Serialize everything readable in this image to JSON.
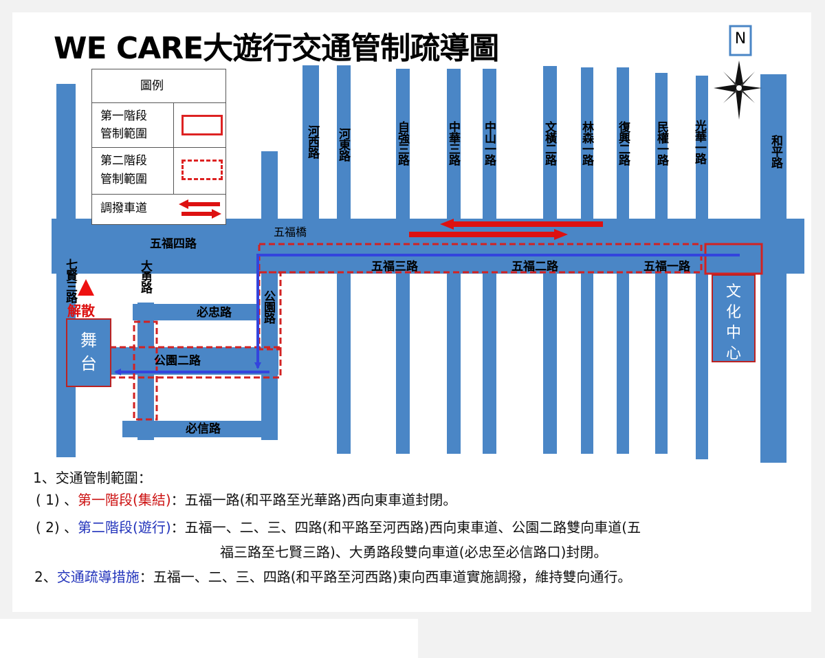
{
  "title": "WE CARE大遊行交通管制疏導圖",
  "north_label": "N",
  "legend": {
    "heading": "圖例",
    "stage1_line1": "第一階段",
    "stage1_line2": "管制範圍",
    "stage2_line1": "第二階段",
    "stage2_line2": "管制範圍",
    "reversible": "調撥車道"
  },
  "roads": {
    "hexi": "河西路",
    "hedong": "河東路",
    "ziqiang3": "自強三路",
    "zhonghua3": "中華三路",
    "zhongshan1": "中山一路",
    "wenheng2": "文橫二路",
    "linsen1": "林森一路",
    "fuxing2": "復興二路",
    "minquan1": "民權一路",
    "guanghua1": "光華一路",
    "heping": "和平路",
    "qixian3": "七賢三路",
    "dayong": "大勇路",
    "gongyuan": "公園路",
    "wufu4": "五福四路",
    "wufu3": "五福三路",
    "wufu2": "五福二路",
    "wufu1": "五福一路",
    "wufu_bridge": "五福橋",
    "bizhong": "必忠路",
    "gongyuan2": "公園二路",
    "bixin": "必信路"
  },
  "places": {
    "dismiss": "解散",
    "stage": "舞台",
    "culture_center": "文化中心"
  },
  "notes": {
    "n1": "1、交通管制範圍：",
    "n1a_prefix": "( 1) 、",
    "n1a_label": "第一階段(集結)",
    "n1a_text": "：五福一路(和平路至光華路)西向東車道封閉。",
    "n1b_prefix": "( 2) 、",
    "n1b_label": "第二階段(遊行)",
    "n1b_text": "：五福一、二、三、四路(和平路至河西路)西向東車道、公園二路雙向車道(五",
    "n1b_cont": "福三路至七賢三路)、大勇路段雙向車道(必忠至必信路口)封閉。",
    "n2_prefix": "2、",
    "n2_label": "交通疏導措施",
    "n2_text": "：五福一、二、三、四路(和平路至河西路)東向西車道實施調撥，維持雙向通行。"
  },
  "colors": {
    "road": "#4a86c6",
    "control": "#d22222",
    "route": "#3344dd"
  }
}
